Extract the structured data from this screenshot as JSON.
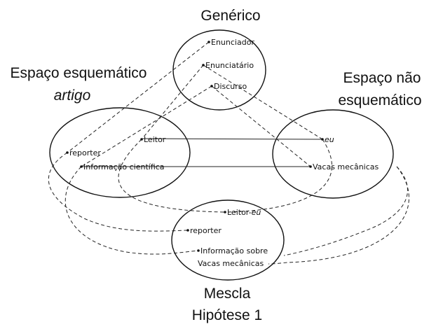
{
  "spaces": {
    "generic": {
      "title": "Genérico"
    },
    "left": {
      "title_line1": "Espaço esquemático",
      "title_line2": "artigo"
    },
    "right": {
      "title_line1": "Espaço não",
      "title_line2": "esquemático"
    },
    "blend": {
      "title_line1": "Mescla",
      "title_line2": "Hipótese 1"
    }
  },
  "elements": {
    "generic": [
      "Enunciador",
      "Enunciatário",
      "Discurso"
    ],
    "left": [
      "Leitor",
      "reporter",
      "Informação científica"
    ],
    "right": [
      "eu",
      "Vacas mecânicas"
    ],
    "blend": [
      "Leitor-",
      "eu",
      "reporter",
      "Informação sobre",
      "Vacas mecânicas"
    ]
  }
}
